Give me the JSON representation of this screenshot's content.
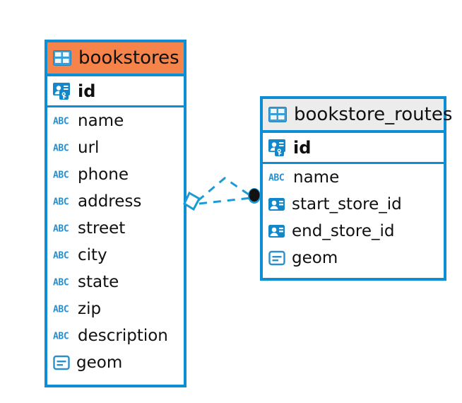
{
  "diagram": {
    "type": "entity-relationship-diagram",
    "background_color": "#ffffff",
    "accent_color": "#0d8ed4",
    "highlight_color": "#f5834a",
    "neutral_header_color": "#ececec"
  },
  "entities": [
    {
      "name": "bookstores",
      "header_style": "accent",
      "table_icon": "table-icon",
      "fields": [
        {
          "label": "id",
          "icon": "primary-key-icon",
          "kind": "pk"
        },
        {
          "label": "name",
          "icon": "abc-text-icon",
          "kind": "text"
        },
        {
          "label": "url",
          "icon": "abc-text-icon",
          "kind": "text"
        },
        {
          "label": "phone",
          "icon": "abc-text-icon",
          "kind": "text"
        },
        {
          "label": "address",
          "icon": "abc-text-icon",
          "kind": "text"
        },
        {
          "label": "street",
          "icon": "abc-text-icon",
          "kind": "text"
        },
        {
          "label": "city",
          "icon": "abc-text-icon",
          "kind": "text"
        },
        {
          "label": "state",
          "icon": "abc-text-icon",
          "kind": "text"
        },
        {
          "label": "zip",
          "icon": "abc-text-icon",
          "kind": "text"
        },
        {
          "label": "description",
          "icon": "abc-text-icon",
          "kind": "text"
        },
        {
          "label": "geom",
          "icon": "geometry-icon",
          "kind": "geometry"
        }
      ]
    },
    {
      "name": "bookstore_routes",
      "header_style": "neutral",
      "table_icon": "table-icon",
      "fields": [
        {
          "label": "id",
          "icon": "primary-key-icon",
          "kind": "pk"
        },
        {
          "label": "name",
          "icon": "abc-text-icon",
          "kind": "text"
        },
        {
          "label": "start_store_id",
          "icon": "foreign-key-icon",
          "kind": "fk"
        },
        {
          "label": "end_store_id",
          "icon": "foreign-key-icon",
          "kind": "fk"
        },
        {
          "label": "geom",
          "icon": "geometry-icon",
          "kind": "geometry"
        }
      ]
    }
  ],
  "relationship": {
    "line_style": "dashed",
    "source_marker": "diamond-marker",
    "target_marker": "filled-circle-marker",
    "from_entity": "bookstores",
    "to_entity": "bookstore_routes"
  }
}
